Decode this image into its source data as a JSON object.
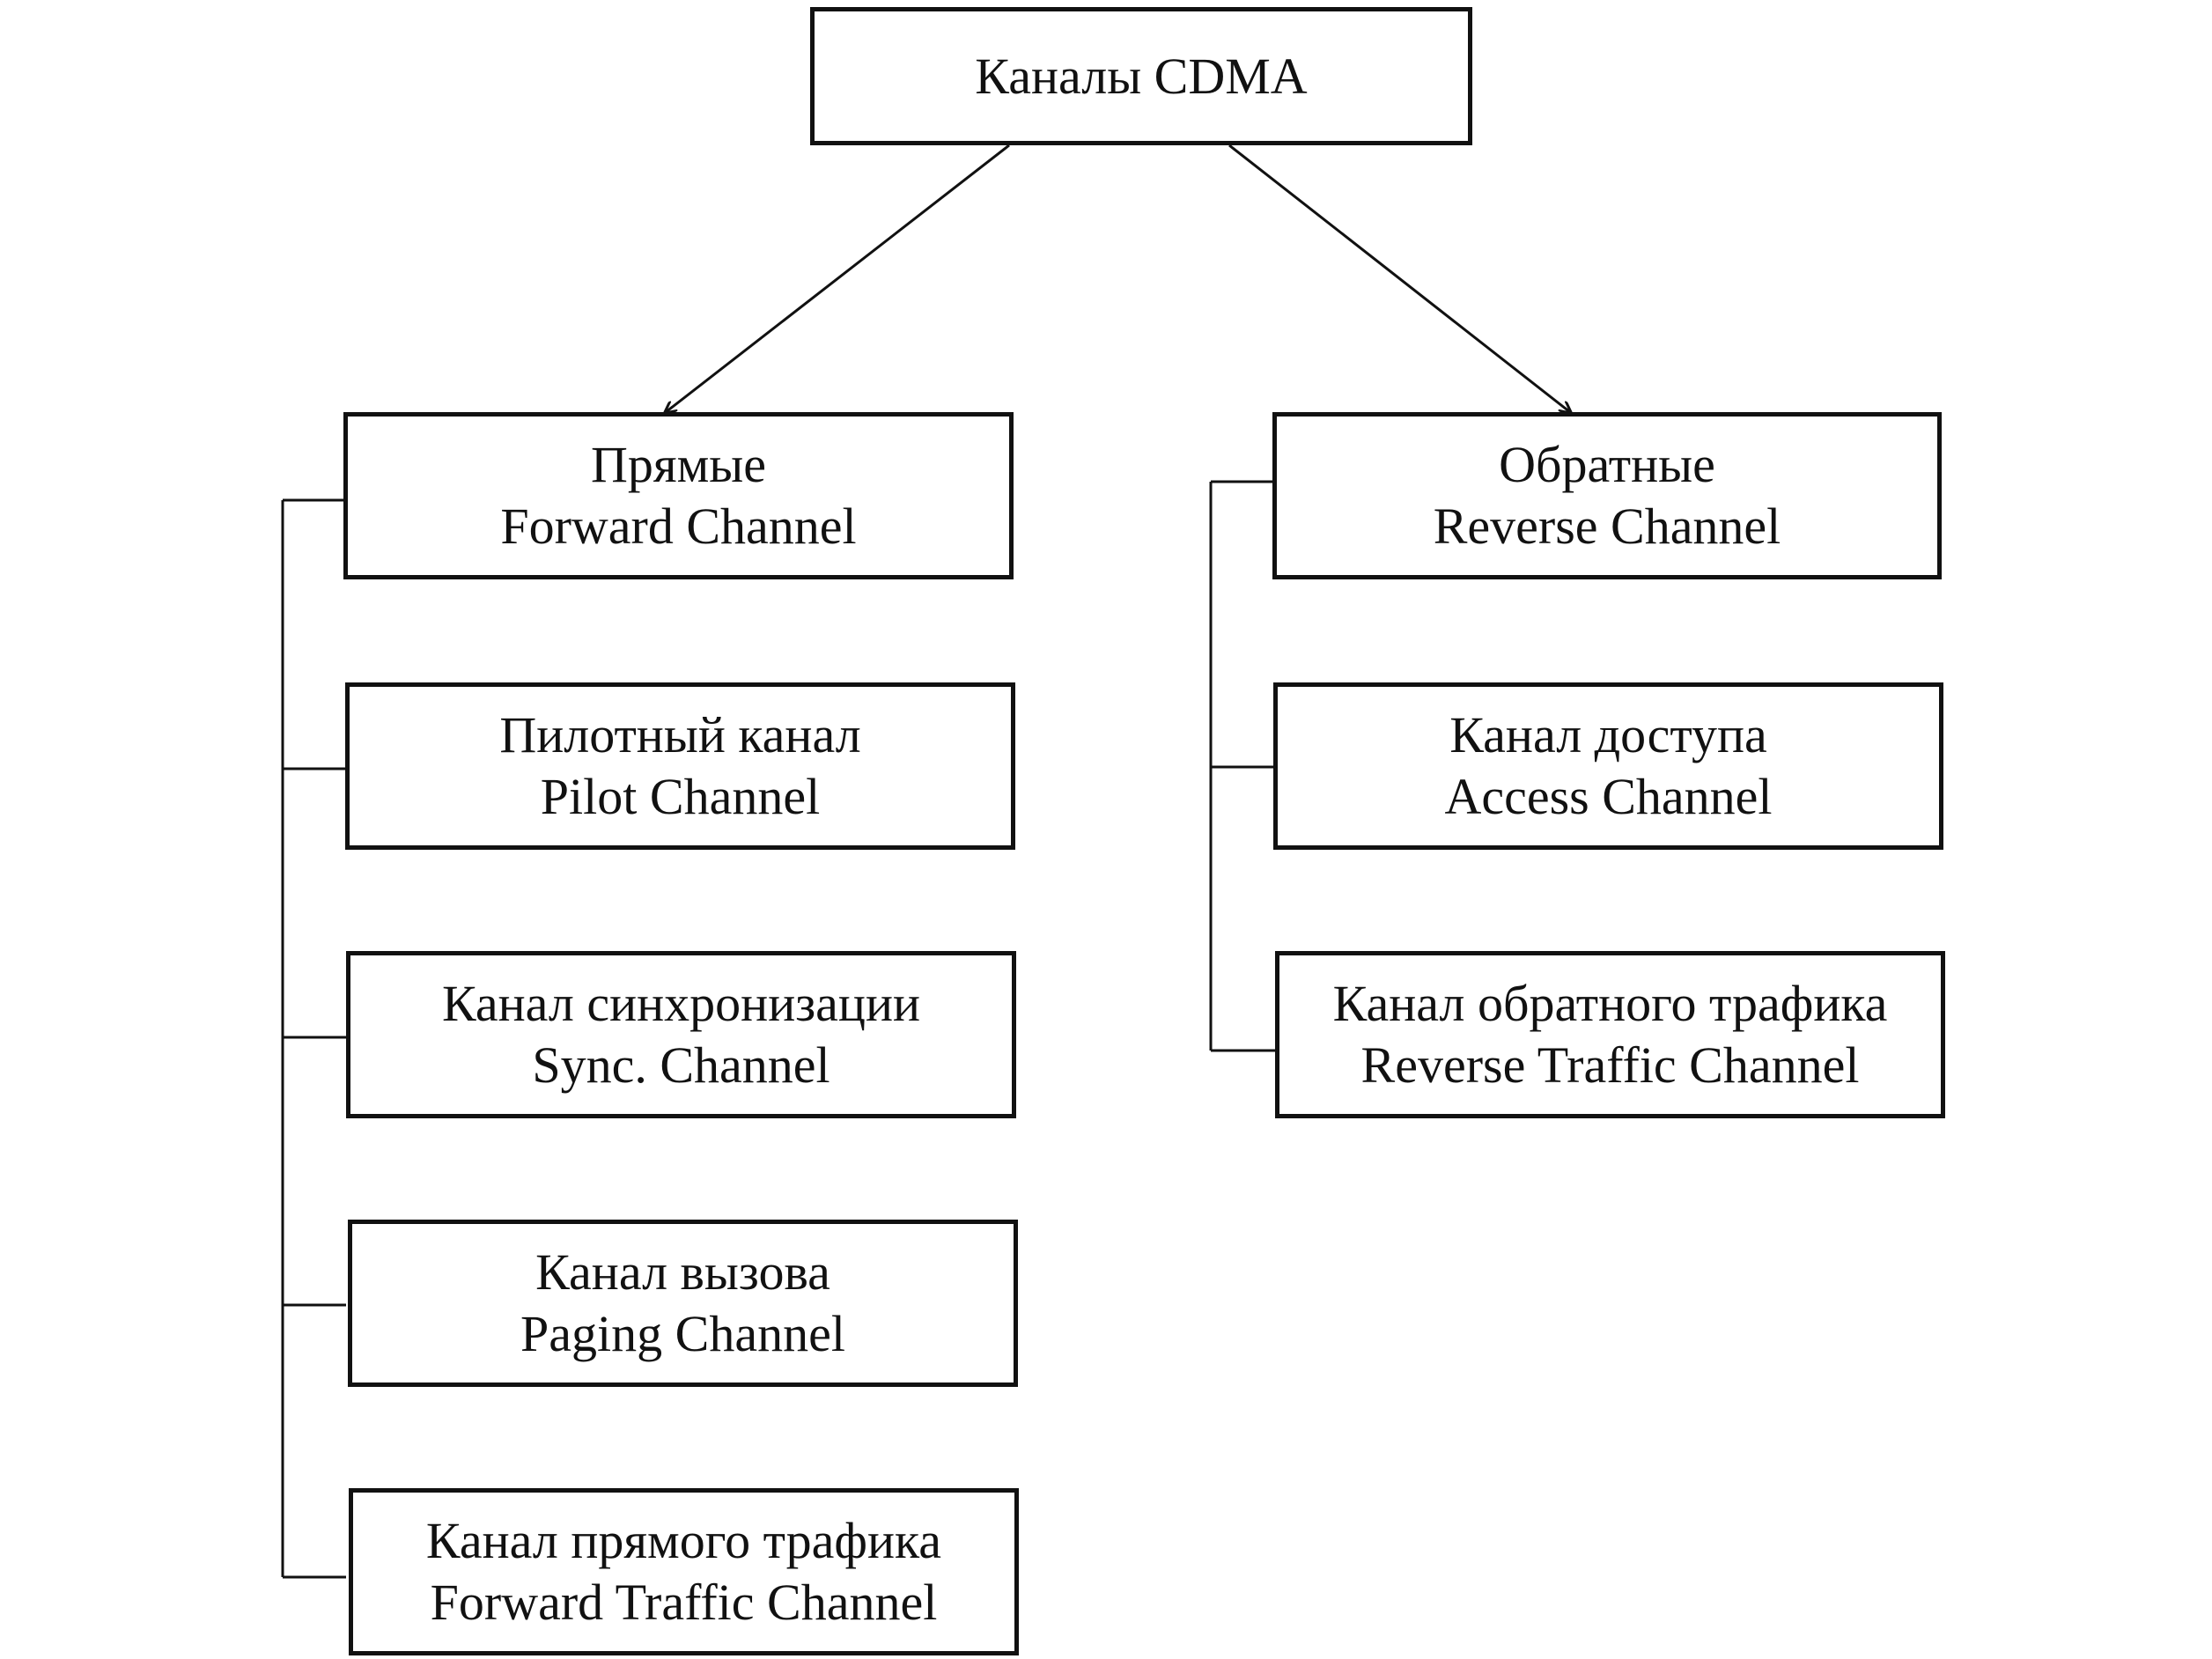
{
  "diagram": {
    "root": {
      "label": "Каналы CDMA"
    },
    "forward": {
      "ru": "Прямые",
      "en": "Forward Channel",
      "children": [
        {
          "ru": "Пилотный канал",
          "en": "Pilot Channel"
        },
        {
          "ru": "Канал синхронизации",
          "en": "Sync. Channel"
        },
        {
          "ru": "Канал вызова",
          "en": "Paging Channel"
        },
        {
          "ru": "Канал прямого трафика",
          "en": "Forward Traffic Channel"
        }
      ]
    },
    "reverse": {
      "ru": "Обратные",
      "en": "Reverse Channel",
      "children": [
        {
          "ru": "Канал доступа",
          "en": "Access Channel"
        },
        {
          "ru": "Канал обратного трафика",
          "en": "Reverse Traffic Channel"
        }
      ]
    }
  }
}
